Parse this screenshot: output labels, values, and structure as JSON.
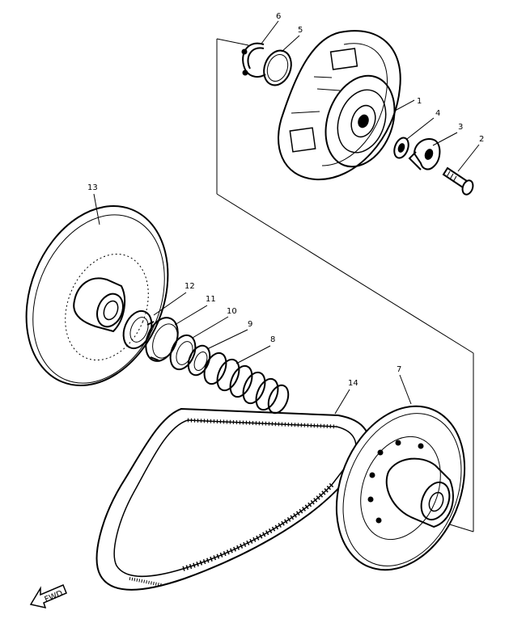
{
  "diagram": {
    "callouts": [
      "1",
      "2",
      "3",
      "4",
      "5",
      "6",
      "7",
      "8",
      "9",
      "10",
      "11",
      "12",
      "13",
      "14"
    ],
    "fwd_label": "FWD"
  },
  "colors": {
    "ink": "#000000",
    "paper": "#ffffff"
  }
}
